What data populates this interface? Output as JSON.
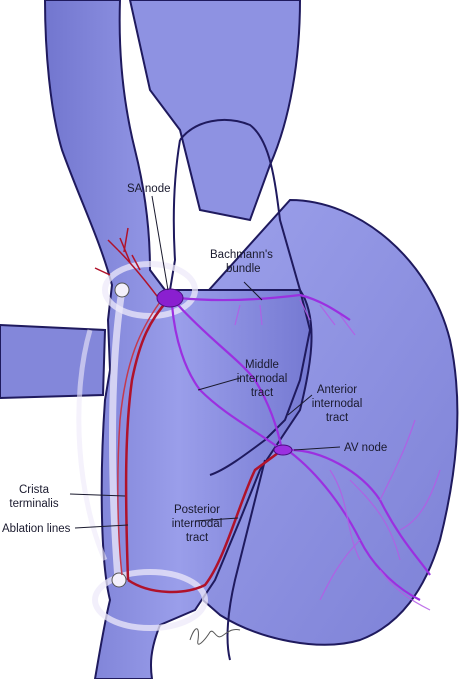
{
  "labels": {
    "sa_node": "SA node",
    "bachmann_1": "Bachmann's",
    "bachmann_2": "bundle",
    "middle_1": "Middle",
    "middle_2": "internodal",
    "middle_3": "tract",
    "anterior_1": "Anterior",
    "anterior_2": "internodal",
    "anterior_3": "tract",
    "av_node": "AV node",
    "crista_1": "Crista",
    "crista_2": "terminalis",
    "ablation": "Ablation lines",
    "posterior_1": "Posterior",
    "posterior_2": "internodal",
    "posterior_3": "tract"
  },
  "colors": {
    "heart_fill": "#8b8fe0",
    "heart_light": "#a3a8ee",
    "vessel_fill": "#7e82d8",
    "outline": "#1f1a5e",
    "crista_red": "#b0122a",
    "conduction_purple": "#9b30e0",
    "ablation_white": "#e8e4f4"
  }
}
